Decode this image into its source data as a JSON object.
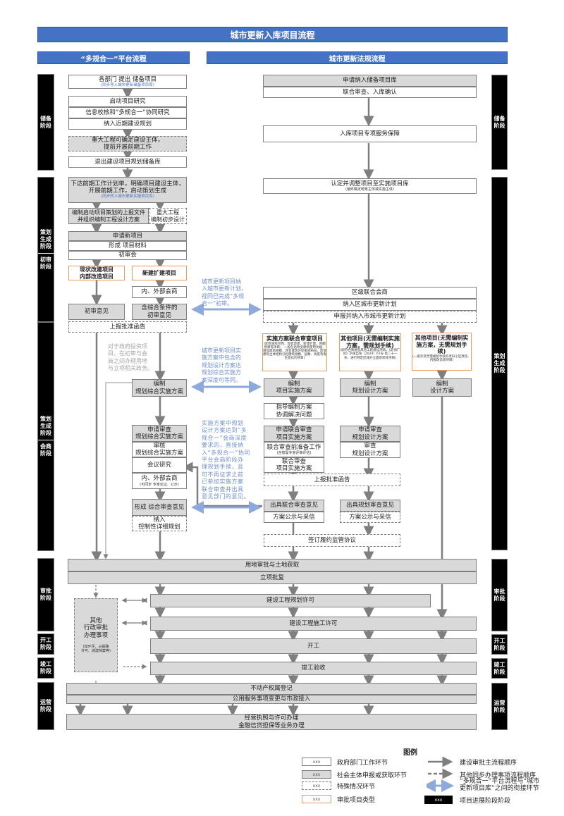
{
  "title": "城市更新入库项目流程",
  "left_header": "“多规合一”平台流程",
  "right_header": "城市更新法规流程",
  "stages_left": [
    {
      "label": "储备\n阶段"
    },
    {
      "label_a": "策划\n生成\n阶段",
      "label_b": "初审\n阶段"
    },
    {
      "label_a": "策划\n生成\n阶段",
      "label_b": "会商\n阶段"
    },
    {
      "label": "审批\n阶段"
    },
    {
      "label": "开工\n阶段"
    },
    {
      "label": "竣工\n阶段"
    },
    {
      "label": "运营\n阶段"
    }
  ],
  "stages_right": [
    {
      "label": "储备\n阶段"
    },
    {
      "label": "策划\n生成\n阶段"
    },
    {
      "label": "审批\n阶段"
    },
    {
      "label": "开工\n阶段"
    },
    {
      "label": "竣工\n阶段"
    },
    {
      "label": "运营\n阶段"
    }
  ],
  "left": {
    "b1": "各部门 提出 储备项目",
    "b1_sub": "(同步导入城市更新储备项目库)",
    "b2": "启动项目研究",
    "b3": "信息校核和“多规合一”协同研究",
    "b4": "纳入近期建设规划",
    "b5": "重大工程可确定建设主体，\n提前开展前期工作",
    "b6": "退出建设项目规划储备库",
    "b7": "下达前期工作计划单，明确项目建设主体，\n开展前期工作，启动策划生成",
    "b7_sub": "(同步转入城市更新实施项目库)",
    "b8": "编制启动项目策划的上报文件\n并组织编制工程设计方案",
    "b9": "重大工程\n编制初步设计",
    "b10": "申请新项目",
    "b11": "形成 项目材料",
    "b12": "初审会",
    "b13": "现状改建项目\n内部改造项目",
    "b14": "新建扩建项目",
    "b15": "内、外部会商",
    "b16": "初审意见",
    "b17": "含综合条件的\n初审意见",
    "b18": "上报批准函告",
    "b19": "编制\n规划综合实施方案",
    "b20": "申请审查\n规划综合实施方案",
    "b21": "审核\n规划综合实施方案",
    "b22": "会议研究",
    "b23": "内、外部会商",
    "b23_sub": "(可同步 专家论证、公示)",
    "b24": "形成 综合审查意见",
    "b25": "纳入\n控制性详细规划",
    "other": "其他\n行政审批\n办理事项",
    "other_sub": "(如环评、占掘路\n许可、城建档案等)",
    "note_gov": "对于政府投资项\n目，在初审与会\n商之间办理用地\n与立项相关政务。"
  },
  "notes": {
    "n1": "城市更新项目纳\n入城市更新计划，\n视同已完成“多规\n合一”初审。",
    "n2": "城市更新项目实\n施方案中包含的\n规划设计方案达\n规划综合实施方\n案深度可等同。",
    "n3": "实施方案中规划\n设计方案达到“多\n规合一”会商深度\n要求的，直接纳\n入“多规合一”协同\n平台会商阶段办\n理规划手续，且\n可不再征求之前\n已参加实施方案\n联合审查并出具\n意见部门的意见。"
  },
  "right": {
    "r1": "申请纳入储备项目库",
    "r2": "联合审查、入库确认",
    "r3": "入库项目专项服务保障",
    "r4": "认定并调整项目至实施项目库",
    "r4_sub": "(最终确定统筹主体或实施主体)",
    "r5": "区级联合会商",
    "r6": "纳入区城市更新计划",
    "r7": "申报并纳入市城市更新计划",
    "t1": "实施方案联合审查项目",
    "t1_sub": "(即区域综合性、现状改建、新建扩建、原翻原建等项目；\n一般包括改变建筑使用功能、增加建筑规模、改变建筑外轮廓或布局、改变建筑主体结构引起建筑规模、层数、高度等发生变化的项目)",
    "t2": "其他项目(无需编制实施方案，需规划手续)",
    "t2_sub": "(即符合简易低风险工程建设项目、《老旧厂房》京规自发〔2024〕67号 第二十一条、进行特定区域外立面装修等项目)",
    "t3": "其他项目(无需编制实施方案，无需规划手续)",
    "t3_sub": "(一般涉及无需规划手续的老旧小区改造、内部改造等项目)",
    "c1": "编制\n项目实施方案",
    "c2": "编制\n规划设计方案",
    "c3": "编制\n设计方案",
    "c4": "指导编制方案\n协调解决问题",
    "c5": "申请联合审查\n项目实施方案",
    "c6": "联合审查前准备工作",
    "c6_sub": "(含按需专家评审评估)",
    "c7": "联合审查\n项目实施方案",
    "c8": "申请审查\n规划设计方案",
    "c9": "审查\n规划设计方案",
    "c10": "上报批准函告",
    "c11": "出具联合审查意见",
    "c12": "方案公示与采信",
    "c13": "出具规划审查意见",
    "c14": "方案公示与采信",
    "c15": "签订履约监管协议"
  },
  "shared": {
    "s1": "用地审批与土地获取",
    "s2": "立项批复",
    "s3": "建设工程规划许可",
    "s4": "建设工程施工许可",
    "s5": "开工",
    "s6": "竣工验收",
    "s7": "不动产权属登记",
    "s8": "公用服务事项变更与市政接入",
    "s9": "经营执照与许可办理\n金融信贷担保等业务办理"
  },
  "legend": {
    "title": "图例",
    "sample": "xxx",
    "items": [
      "政府部门工作环节",
      "社会主体申报或获取环节",
      "特殊情况环节",
      "审批项目类型",
      "建设审批主流程顺序",
      "其他同步办理事项流程顺序",
      "“多规合一”平台流程与“城市\n更新项目库”之间的衔接环节",
      "项目进展阶段阶段"
    ]
  },
  "colors": {
    "header": "#4472c4",
    "note": "#6f8fd0",
    "gray_box": "#d9d9d9",
    "orange_border": "#ed9a5a",
    "arrow": "#7f7f7f"
  }
}
